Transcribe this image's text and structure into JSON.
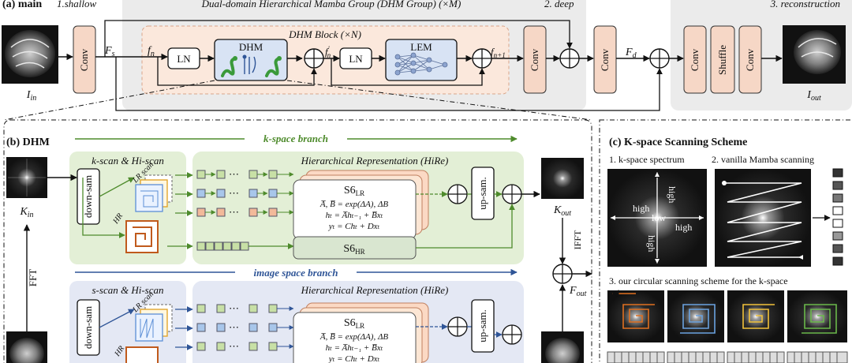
{
  "panel_a": {
    "label": "(a) main",
    "shallow": "1.shallow",
    "group_title": "Dual-domain Hierarchical Mamba Group (DHM Group) (×M)",
    "deep": "2. deep",
    "reconstruction": "3. reconstruction",
    "block_title": "DHM Block (×N)",
    "conv": "Conv",
    "ln": "LN",
    "dhm": "DHM",
    "lem": "LEM",
    "shuffle": "Shuffle",
    "fs": "F",
    "fs_sub": "s",
    "fn": "f",
    "fn_sub": "n",
    "fn_prime": "f",
    "fn_prime_sub": "n",
    "fn1": "f",
    "fn1_sub": "n+1",
    "fd": "F",
    "fd_sub": "d",
    "iin": "I",
    "iin_sub": "in",
    "iout": "I",
    "iout_sub": "out"
  },
  "panel_b": {
    "label": "(b) DHM",
    "kspace_branch": "k-space branch",
    "image_branch": "image space branch",
    "kscan": "k-scan & Hi-scan",
    "sscan": "s-scan & Hi-scan",
    "lr_scan": "LR scan",
    "hr": "HR",
    "downsam": "down-sam",
    "upsam": "up-sam.",
    "hire_title": "Hierarchical  Representation (HiRe)",
    "s6lr": "S6",
    "s6lr_sub": "LR",
    "s6hr": "S6",
    "s6hr_sub": "HR",
    "eq1": "A̅, B̅ = exp(ΔA), ΔB",
    "eq2": "hₜ = A̅hₜ₋₁ + B̅xₜ",
    "eq3": "yₜ = Chₜ + Dxₜ",
    "kin": "K",
    "kin_sub": "in",
    "kout": "K",
    "kout_sub": "out",
    "fout": "F",
    "fout_sub": "out",
    "ifft": "IFFT",
    "fft": "FFT"
  },
  "panel_c": {
    "title": "(c) K-space Scanning Scheme",
    "sub1": "1. k-space spectrum",
    "sub2": "2. vanilla Mamba scanning",
    "sub3": "3. our circular scanning scheme for the k-space",
    "high": "high",
    "low": "low"
  },
  "colors": {
    "conv_fill": "#f6d7c6",
    "block_fill": "#fbe8dc",
    "group_fill": "#ebebeb",
    "green_bg": "#e3efd6",
    "blue_bg": "#e4e8f4",
    "kspace_green": "#4e8b2c",
    "image_blue": "#2f5597"
  }
}
